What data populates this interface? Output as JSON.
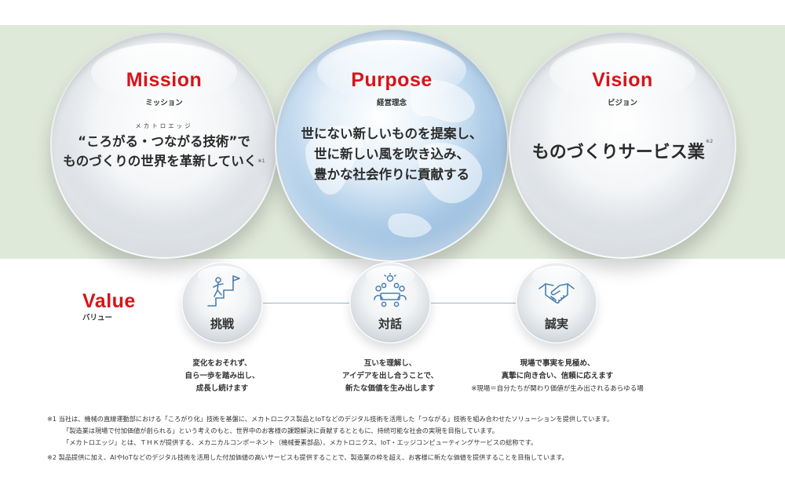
{
  "mission": {
    "title": "Mission",
    "subtitle": "ミッション",
    "ruby": "メカトロエッジ",
    "line1": "“ころがる・つながる技術”で",
    "line2": "ものづくりの世界を革新していく",
    "note_mark": "※1"
  },
  "purpose": {
    "title": "Purpose",
    "subtitle": "経営理念",
    "lines": [
      "世にない新しいものを提案し、",
      "世に新しい風を吹き込み、",
      "豊かな社会作りに貢献する"
    ]
  },
  "vision": {
    "title": "Vision",
    "subtitle": "ビジョン",
    "text": "ものづくりサービス業",
    "note_mark": "※2"
  },
  "value": {
    "title": "Value",
    "subtitle": "バリュー",
    "items": [
      {
        "name": "挑戦",
        "icon": "climbing-steps-flag-icon",
        "desc": [
          "変化をおそれず、",
          "自ら一歩を踏み出し、",
          "成長し続けます"
        ],
        "note": ""
      },
      {
        "name": "対話",
        "icon": "team-meeting-idea-icon",
        "desc": [
          "互いを理解し、",
          "アイデアを出し合うことで、",
          "新たな価値を生み出します"
        ],
        "note": ""
      },
      {
        "name": "誠実",
        "icon": "handshake-icon",
        "desc": [
          "現場で事実を見極め、",
          "真摯に向き合い、信頼に応えます"
        ],
        "note": "※現場＝自分たちが関わり価値が生み出されるあらゆる場"
      }
    ]
  },
  "notes": {
    "n1_line1": "※1  当社は、機械の直線運動部における「ころがり化」技術を基盤に、メカトロニクス製品とIoTなどのデジタル技術を活用した「つながる」技術を組み合わせたソリューションを提供しています。",
    "n1_line2": "「製造業は現場で付加価値が創られる」という考えのもと、世界中のお客様の課題解決に貢献するとともに、持続可能な社会の実現を目指しています。",
    "n1_line3": "「メカトロエッジ」とは、ＴＨＫが提供する、メカニカルコンポーネント（機械要素部品）、メカトロニクス、IoT・エッジコンピューティングサービスの総称です。",
    "n2": "※2  製品提供に加え、AIやIoTなどのデジタル技術を活用した付加価値の高いサービスも提供することで、製造業の枠を超え、お客様に新たな価値を提供することを目指しています。"
  },
  "colors": {
    "accent_red": "#d7141a",
    "band_green": "#dfe9d9",
    "line_blue": "#9fb3c8"
  }
}
